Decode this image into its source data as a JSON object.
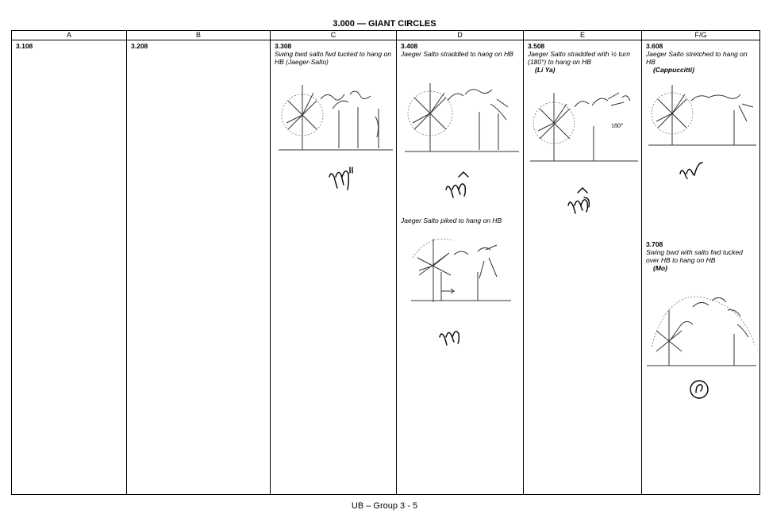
{
  "title": "3.000 — GIANT CIRCLES",
  "columns": {
    "a": {
      "header": "A",
      "code": "3.108"
    },
    "b": {
      "header": "B",
      "code": "3.208"
    },
    "c": {
      "header": "C",
      "code": "3.308",
      "desc": "Swing bwd salto fwd tucked to hang on HB (Jaeger-Salto)"
    },
    "d": {
      "header": "D",
      "code": "3.408",
      "desc": "Jaeger Salto straddled to hang on HB",
      "desc2": "Jaeger Salto piked to hang on HB"
    },
    "e": {
      "header": "E",
      "code": "3.508",
      "desc": "Jaeger Salto straddled with ½ turn (180°) to hang on HB",
      "name": "(Li Ya)",
      "turn_label": "180°"
    },
    "fg": {
      "header": "F/G",
      "code": "3.608",
      "desc": "Jaeger Salto stretched to hang on HB",
      "name": "(Cappuccitti)",
      "code2": "3.708",
      "desc2": "Swing bwd with salto fwd tucked over HB to hang on HB",
      "name2": "(Mo)"
    }
  },
  "footer": "UB – Group 3 - 5"
}
